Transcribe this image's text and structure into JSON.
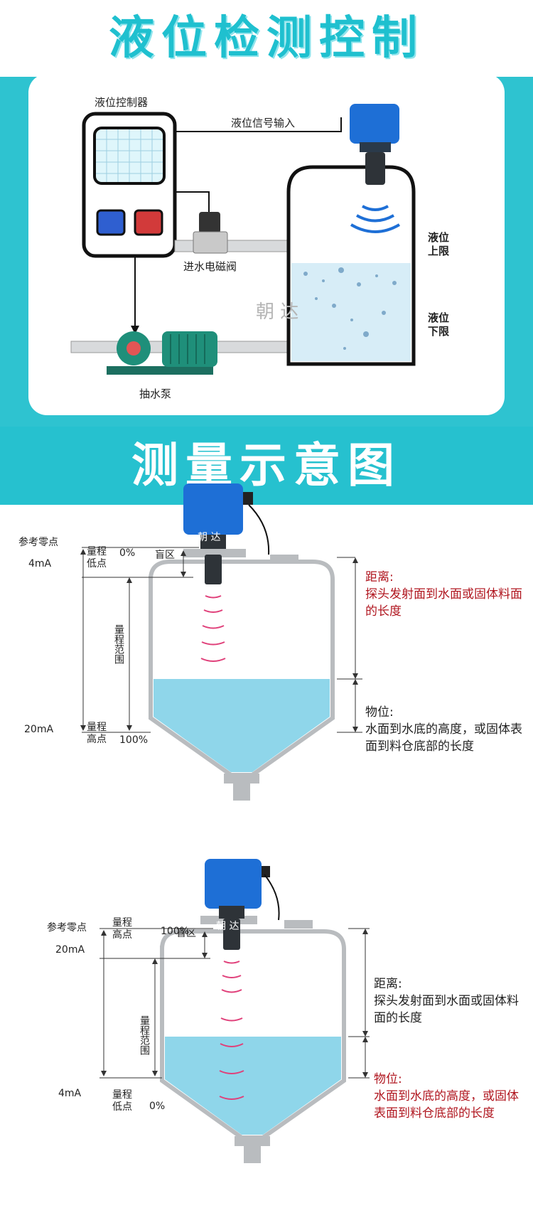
{
  "top_title": "液位检测控制",
  "section_title": "测量示意图",
  "control_diagram": {
    "controller_label": "液位控制器",
    "signal_label": "液位信号输入",
    "valve_label": "进水电磁阀",
    "pump_label": "抽水泵",
    "upper_limit_label": "液位上限",
    "lower_limit_label": "液位下限",
    "watermark": "朝 达",
    "colors": {
      "accent": "#26c1cf",
      "sensor_blue": "#1e6fd6",
      "button_blue": "#2f5fd0",
      "button_red": "#d23a3a",
      "pump_green": "#1f8f7a",
      "water": "#8fd3ec"
    }
  },
  "diagram_1": {
    "reference_label": "参考零点",
    "current_top": "4mA",
    "current_bottom": "20mA",
    "range_low_label": "量程低点",
    "range_high_label": "量程高点",
    "range_label": "量程范围",
    "pct_top": "0%",
    "pct_bottom": "100%",
    "blind_zone": "盲区",
    "distance_title": "距离:",
    "distance_text": "探头发射面到水面或固体料面的长度",
    "level_title": "物位:",
    "level_text": "水面到水底的高度，或固体表面到料仓底部的长度",
    "watermark": "朝 达",
    "highlight": "distance"
  },
  "diagram_2": {
    "reference_label": "参考零点",
    "current_top": "20mA",
    "current_bottom": "4mA",
    "range_high_label": "量程高点",
    "range_low_label": "量程低点",
    "range_label": "量程范围",
    "pct_top": "100%",
    "pct_bottom": "0%",
    "blind_zone": "盲区",
    "distance_title": "距离:",
    "distance_text": "探头发射面到水面或固体料面的长度",
    "level_title": "物位:",
    "level_text": "水面到水底的高度，或固体表面到料仓底部的长度",
    "watermark": "朝 达",
    "highlight": "level"
  }
}
